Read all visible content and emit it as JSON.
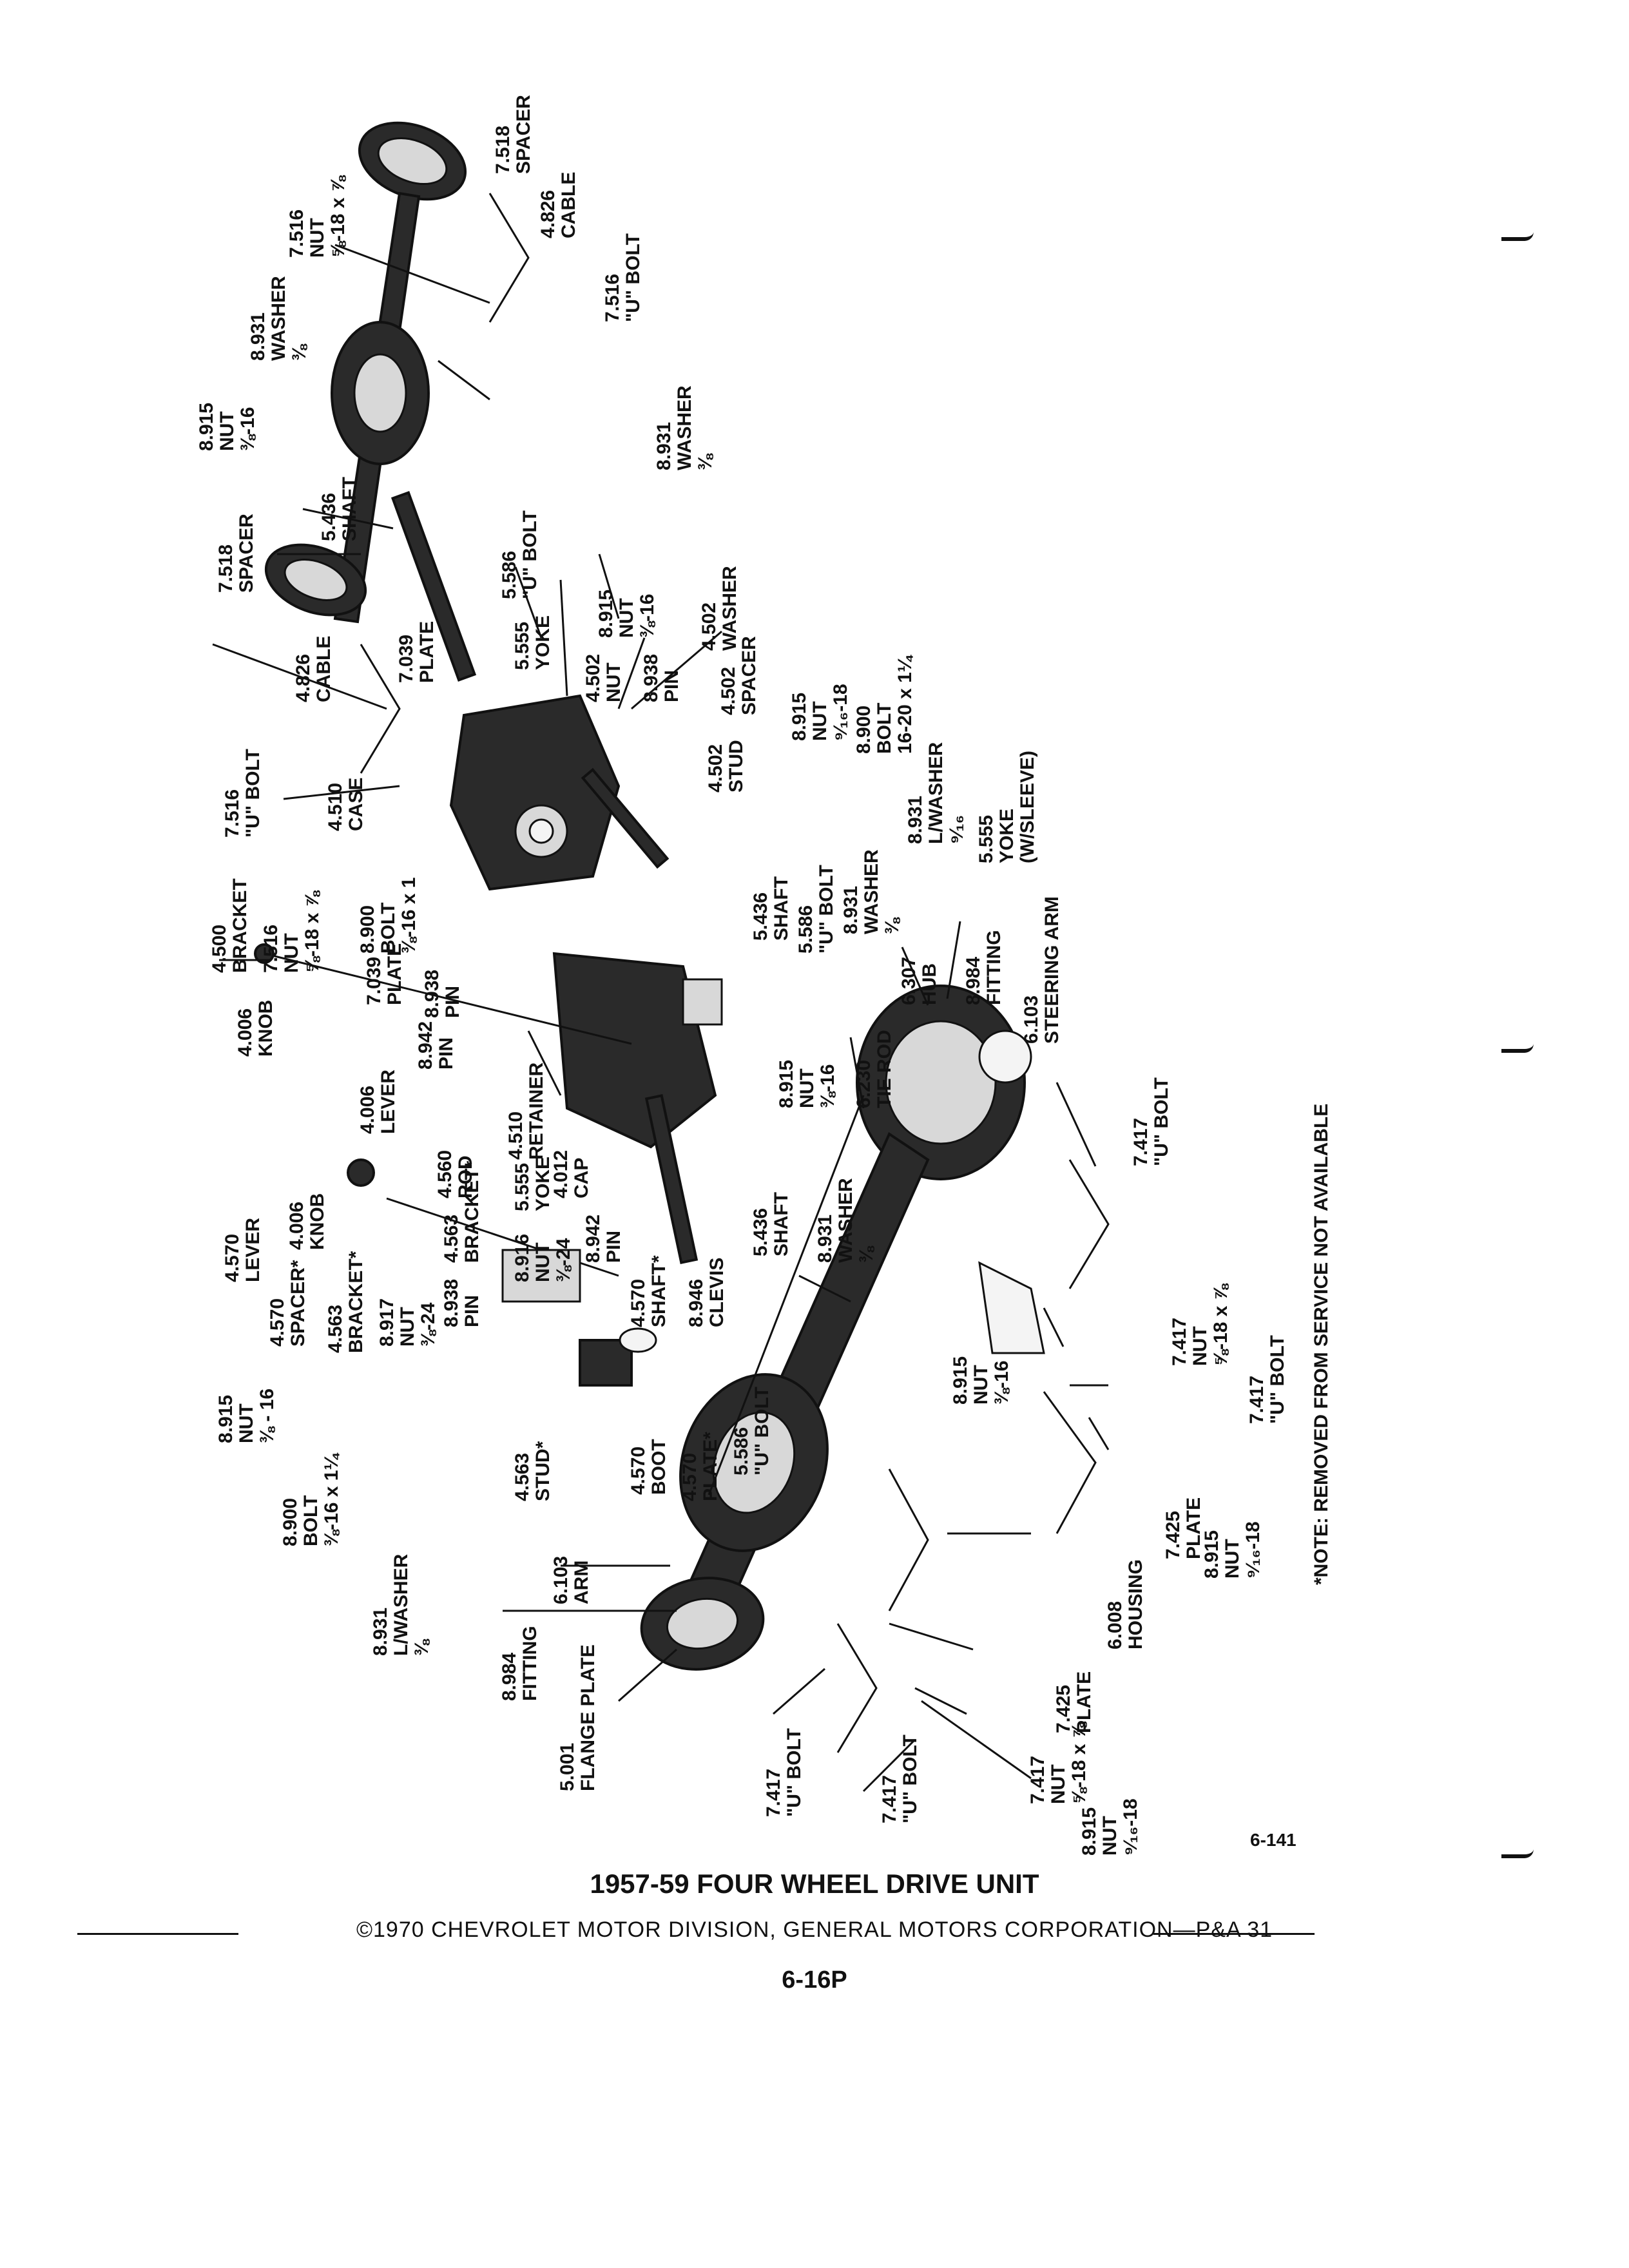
{
  "diagram": {
    "callouts_top": [
      {
        "lines": [
          "7.516",
          "NUT",
          "⅝-18 x ⅞"
        ]
      },
      {
        "lines": [
          "7.518",
          "SPACER"
        ]
      },
      {
        "lines": [
          "4.826",
          "CABLE"
        ]
      },
      {
        "lines": [
          "7.516",
          "\"U\" BOLT"
        ]
      },
      {
        "lines": [
          "8.931",
          "WASHER",
          "⅜"
        ]
      },
      {
        "lines": [
          "8.915",
          "NUT",
          "⅜-16"
        ]
      },
      {
        "lines": [
          "8.931",
          "WASHER",
          "⅜"
        ]
      },
      {
        "lines": [
          "5.436",
          "SHAFT"
        ]
      },
      {
        "lines": [
          "7.518",
          "SPACER"
        ]
      },
      {
        "lines": [
          "5.586",
          "\"U\" BOLT"
        ]
      },
      {
        "lines": [
          "8.915",
          "NUT",
          "⅜-16"
        ]
      },
      {
        "lines": [
          "4.502",
          "WASHER"
        ]
      },
      {
        "lines": [
          "5.555",
          "YOKE"
        ]
      },
      {
        "lines": [
          "4.502",
          "NUT"
        ]
      },
      {
        "lines": [
          "8.938",
          "PIN"
        ]
      },
      {
        "lines": [
          "4.502",
          "SPACER"
        ]
      },
      {
        "lines": [
          "7.039",
          "PLATE"
        ]
      },
      {
        "lines": [
          "4.826",
          "CABLE"
        ]
      },
      {
        "lines": [
          "4.502",
          "STUD"
        ]
      },
      {
        "lines": [
          "8.915",
          "NUT",
          "⁹⁄₁₆-18"
        ]
      },
      {
        "lines": [
          "8.900",
          "BOLT",
          "16-20 x 1¼"
        ]
      },
      {
        "lines": [
          "7.516",
          "\"U\" BOLT"
        ]
      },
      {
        "lines": [
          "4.510",
          "CASE"
        ]
      },
      {
        "lines": [
          "8.931",
          "L/WASHER",
          "⁹⁄₁₆"
        ]
      },
      {
        "lines": [
          "5.555",
          "YOKE",
          "(W/SLEEVE)"
        ]
      },
      {
        "lines": [
          "4.500",
          "BRACKET"
        ]
      },
      {
        "lines": [
          "7.516",
          "NUT",
          "⅝-18 x ⅞"
        ]
      },
      {
        "lines": [
          "8.900",
          "BOLT",
          "⅜-16 x 1"
        ]
      },
      {
        "lines": [
          "5.436",
          "SHAFT"
        ]
      },
      {
        "lines": [
          "5.586",
          "\"U\" BOLT"
        ]
      },
      {
        "lines": [
          "8.931",
          "WASHER",
          "⅜"
        ]
      }
    ],
    "callouts_mid": [
      {
        "lines": [
          "7.039",
          "PLATE"
        ]
      },
      {
        "lines": [
          "8.938",
          "PIN"
        ]
      },
      {
        "lines": [
          "8.942",
          "PIN"
        ]
      },
      {
        "lines": [
          "4.006",
          "KNOB"
        ]
      },
      {
        "lines": [
          "4.006",
          "LEVER"
        ]
      },
      {
        "lines": [
          "4.510",
          "RETAINER"
        ]
      },
      {
        "lines": [
          "8.915",
          "NUT",
          "⅜-16"
        ]
      },
      {
        "lines": [
          "6.307",
          "HUB"
        ]
      },
      {
        "lines": [
          "8.984",
          "FITTING"
        ]
      },
      {
        "lines": [
          "6.103",
          "STEERING ARM"
        ]
      },
      {
        "lines": [
          "6.230",
          "TIE ROD"
        ]
      },
      {
        "lines": [
          "4.560",
          "ROD"
        ]
      },
      {
        "lines": [
          "5.555",
          "YOKE"
        ]
      },
      {
        "lines": [
          "4.563",
          "BRACKET*"
        ]
      },
      {
        "lines": [
          "4.012",
          "CAP"
        ]
      },
      {
        "lines": [
          "8.916",
          "NUT",
          "⅜-24"
        ]
      },
      {
        "lines": [
          "8.942",
          "PIN"
        ]
      },
      {
        "lines": [
          "5.436",
          "SHAFT"
        ]
      },
      {
        "lines": [
          "8.931",
          "WASHER",
          "⅜"
        ]
      },
      {
        "lines": [
          "7.417",
          "\"U\" BOLT"
        ]
      },
      {
        "lines": [
          "4.006",
          "KNOB"
        ]
      },
      {
        "lines": [
          "4.570",
          "LEVER"
        ]
      }
    ],
    "callouts_bottom": [
      {
        "lines": [
          "4.570",
          "SPACER*"
        ]
      },
      {
        "lines": [
          "4.563",
          "BRACKET*"
        ]
      },
      {
        "lines": [
          "8.917",
          "NUT",
          "⅜-24"
        ]
      },
      {
        "lines": [
          "8.938",
          "PIN"
        ]
      },
      {
        "lines": [
          "4.570",
          "SHAFT*"
        ]
      },
      {
        "lines": [
          "8.946",
          "CLEVIS"
        ]
      },
      {
        "lines": [
          "8.915",
          "NUT",
          "⅜ - 16"
        ]
      },
      {
        "lines": [
          "8.900",
          "BOLT",
          "⅜-16 x 1¼"
        ]
      },
      {
        "lines": [
          "4.563",
          "STUD*"
        ]
      },
      {
        "lines": [
          "4.570",
          "BOOT"
        ]
      },
      {
        "lines": [
          "4.570",
          "PLATE*"
        ]
      },
      {
        "lines": [
          "5.586",
          "\"U\" BOLT"
        ]
      },
      {
        "lines": [
          "8.915",
          "NUT",
          "⅜-16"
        ]
      },
      {
        "lines": [
          "7.417",
          "NUT",
          "⅝-18 x ⅞"
        ]
      },
      {
        "lines": [
          "7.417",
          "\"U\" BOLT"
        ]
      },
      {
        "lines": [
          "7.425",
          "PLATE"
        ]
      },
      {
        "lines": [
          "8.915",
          "NUT",
          "⁹⁄₁₆-18"
        ]
      },
      {
        "lines": [
          "8.931",
          "L/WASHER",
          "⅜"
        ]
      },
      {
        "lines": [
          "6.103",
          "ARM"
        ]
      },
      {
        "lines": [
          "8.984",
          "FITTING"
        ]
      },
      {
        "lines": [
          "5.001",
          "FLANGE PLATE"
        ]
      },
      {
        "lines": [
          "6.008",
          "HOUSING"
        ]
      },
      {
        "lines": [
          "7.425",
          "PLATE"
        ]
      },
      {
        "lines": [
          "7.417",
          "NUT",
          "⅝-18 x ⅞"
        ]
      },
      {
        "lines": [
          "7.417",
          "\"U\" BOLT"
        ]
      },
      {
        "lines": [
          "7.417",
          "\"U\" BOLT"
        ]
      },
      {
        "lines": [
          "8.915",
          "NUT",
          "⁹⁄₁₆-18"
        ]
      }
    ],
    "note": "*NOTE: REMOVED FROM SERVICE NOT AVAILABLE"
  },
  "footer": {
    "page_number_small": "6-141",
    "title": "1957-59 FOUR WHEEL DRIVE UNIT",
    "copyright": "©1970 CHEVROLET MOTOR DIVISION, GENERAL MOTORS CORPORATION—P&A 31",
    "page": "6-16P"
  }
}
